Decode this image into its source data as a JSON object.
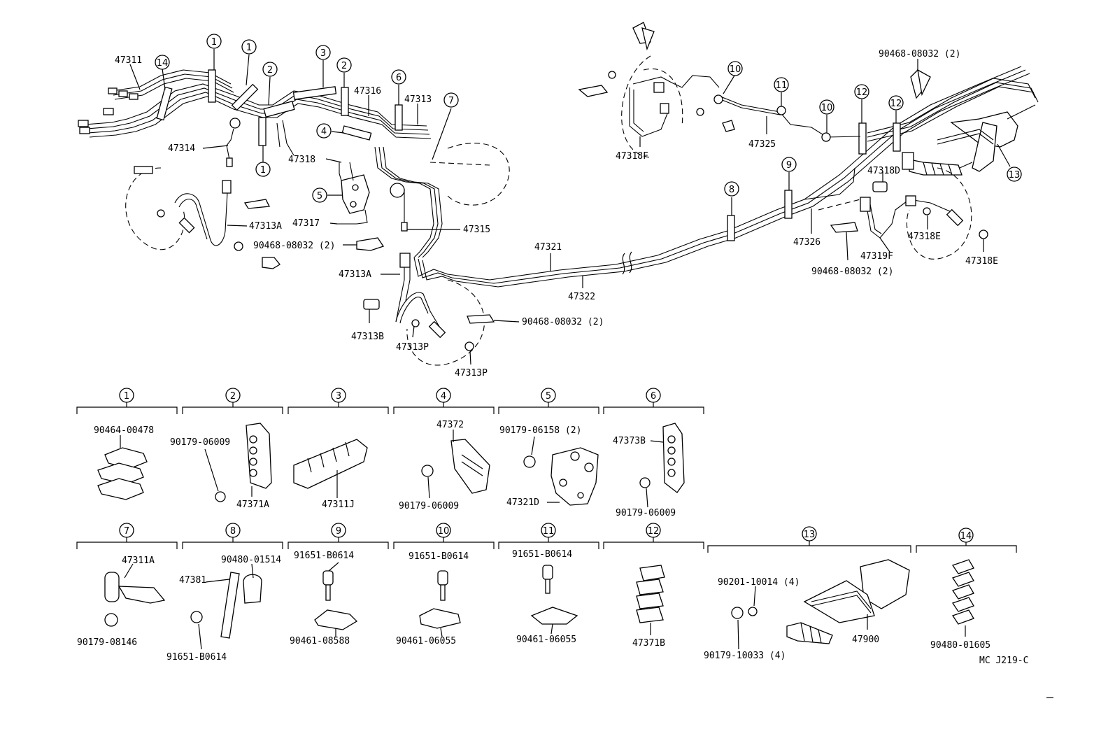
{
  "diagram_id": "MC J219-C",
  "callouts": {
    "c1a": "1",
    "c1b": "1",
    "c1c": "1",
    "c2a": "2",
    "c2b": "2",
    "c3": "3",
    "c4": "4",
    "c5": "5",
    "c6": "6",
    "c7": "7",
    "c8": "8",
    "c9": "9",
    "c10a": "10",
    "c10b": "10",
    "c11": "11",
    "c12a": "12",
    "c12b": "12",
    "c13": "13",
    "c14": "14"
  },
  "labels": {
    "p47311": "47311",
    "p47316": "47316",
    "p47313": "47313",
    "p47314": "47314",
    "p47318": "47318",
    "p47313A_left": "47313A",
    "p47317": "47317",
    "p47315": "47315",
    "p90468_left": "90468-08032 (2)",
    "p47313A_mid": "47313A",
    "p47313B": "47313B",
    "p47313P_a": "47313P",
    "p47313P_b": "47313P",
    "p90468_mid": "90468-08032 (2)",
    "p47321": "47321",
    "p47322": "47322",
    "p47318F": "47318F",
    "p47325": "47325",
    "p90468_topright": "90468-08032 (2)",
    "p47318D": "47318D",
    "p47326": "47326",
    "p47319F": "47319F",
    "p47318E_a": "47318E",
    "p47318E_b": "47318E",
    "p90468_right": "90468-08032 (2)"
  },
  "groups": [
    {
      "num": "1",
      "parts": [
        "90464-00478"
      ]
    },
    {
      "num": "2",
      "parts": [
        "90179-06009",
        "47371A"
      ]
    },
    {
      "num": "3",
      "parts": [
        "47311J"
      ]
    },
    {
      "num": "4",
      "parts": [
        "47372",
        "90179-06009"
      ]
    },
    {
      "num": "5",
      "parts": [
        "90179-06158 (2)",
        "47321D"
      ]
    },
    {
      "num": "6",
      "parts": [
        "47373B",
        "90179-06009"
      ]
    },
    {
      "num": "7",
      "parts": [
        "47311A",
        "90179-08146"
      ]
    },
    {
      "num": "8",
      "parts": [
        "47381",
        "90480-01514",
        "91651-B0614"
      ]
    },
    {
      "num": "9",
      "parts": [
        "91651-B0614",
        "90461-08588"
      ]
    },
    {
      "num": "10",
      "parts": [
        "91651-B0614",
        "90461-06055"
      ]
    },
    {
      "num": "11",
      "parts": [
        "91651-B0614",
        "90461-06055"
      ]
    },
    {
      "num": "12",
      "parts": [
        "47371B"
      ]
    },
    {
      "num": "13",
      "parts": [
        "90201-10014 (4)",
        "90179-10033 (4)",
        "47900"
      ]
    },
    {
      "num": "14",
      "parts": [
        "90480-01605"
      ]
    }
  ]
}
